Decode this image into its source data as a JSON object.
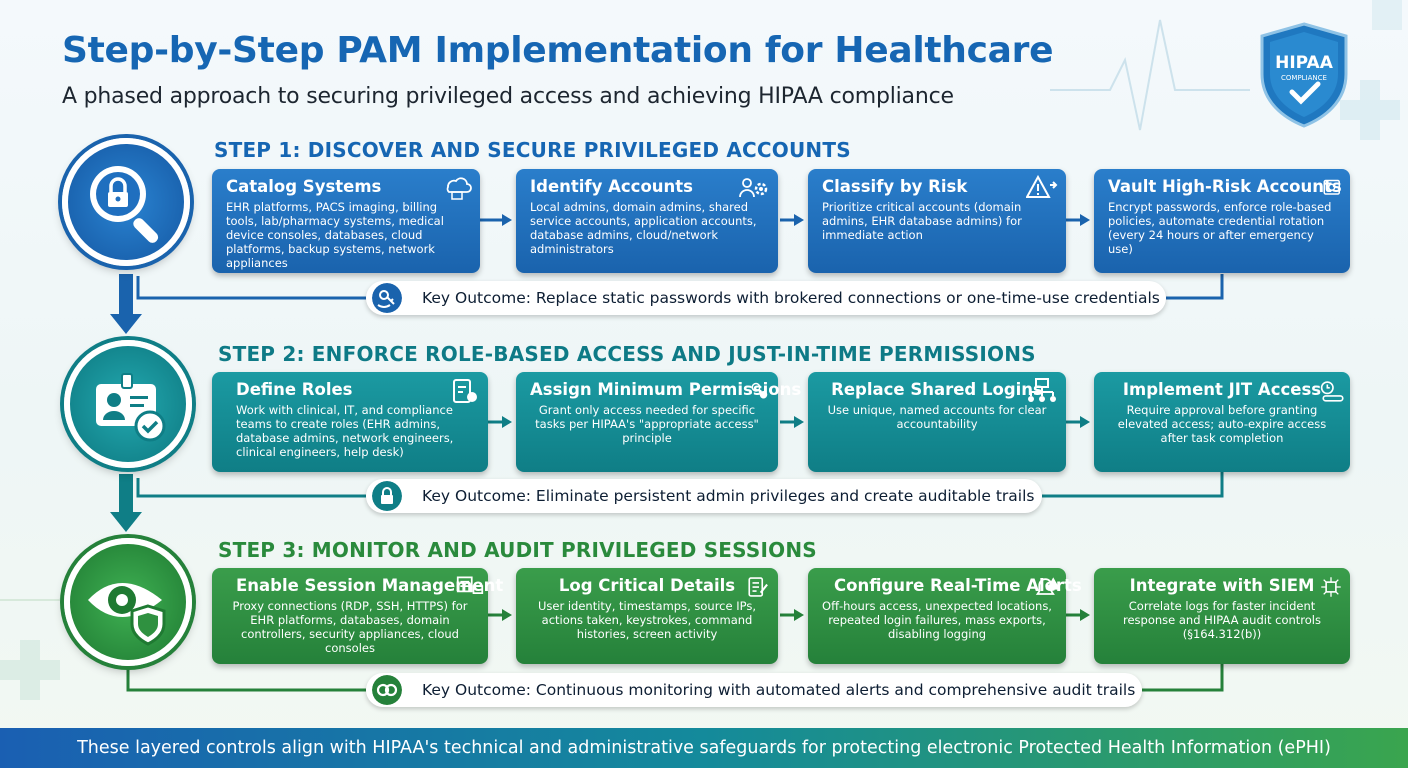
{
  "header": {
    "title": "Step-by-Step PAM Implementation for Healthcare",
    "subtitle": "A phased approach to securing privileged access and achieving HIPAA compliance"
  },
  "badge": {
    "line1": "HIPAA",
    "line2": "COMPLIANCE"
  },
  "colors": {
    "blue": "#1a63ad",
    "teal": "#0f7e86",
    "green": "#25813a",
    "title": "#1666b3"
  },
  "steps": [
    {
      "title": "STEP 1: DISCOVER AND SECURE PRIVILEGED ACCOUNTS",
      "icon": "lock-magnifier-icon",
      "cards": [
        {
          "heading": "Catalog Systems",
          "icon": "server-cloud-icon",
          "text": "EHR platforms, PACS imaging, billing tools, lab/pharmacy systems, medical device consoles, databases, cloud platforms, backup systems, network appliances"
        },
        {
          "heading": "Identify Accounts",
          "icon": "users-gear-icon",
          "text": "Local admins, domain admins, shared service accounts, application accounts, database admins, cloud/network administrators"
        },
        {
          "heading": "Classify by Risk",
          "icon": "warning-arrow-icon",
          "text": "Prioritize critical accounts (domain admins, EHR database admins) for immediate action"
        },
        {
          "heading": "Vault High-Risk Accounts",
          "icon": "vault-icon",
          "text": "Encrypt passwords, enforce role-based policies, automate credential rotation (every 24 hours or after emergency use)"
        }
      ],
      "outcome": "Key Outcome: Replace static passwords with brokered connections or one-time-use credentials",
      "outcome_icon": "key-hand-icon"
    },
    {
      "title": "STEP 2: ENFORCE ROLE-BASED ACCESS AND JUST-IN-TIME PERMISSIONS",
      "icon": "id-badge-check-icon",
      "cards": [
        {
          "heading": "Define Roles",
          "icon": "clipboard-user-icon",
          "text": "Work with clinical, IT, and compliance teams to create roles (EHR admins, database admins, network engineers, clinical engineers, help desk)"
        },
        {
          "heading": "Assign Minimum Permissions",
          "icon": "key-minus-icon",
          "text": "Grant only access needed for specific tasks per HIPAA's \"appropriate access\" principle"
        },
        {
          "heading": "Replace Shared Logins",
          "icon": "org-chart-icon",
          "text": "Use unique, named accounts for clear accountability"
        },
        {
          "heading": "Implement JIT Access",
          "icon": "clock-toggle-icon",
          "text": "Require approval before granting elevated access; auto-expire access after task completion"
        }
      ],
      "outcome": "Key Outcome: Eliminate persistent admin privileges and create auditable trails",
      "outcome_icon": "chain-lock-icon"
    },
    {
      "title": "STEP 3: MONITOR AND AUDIT PRIVILEGED SESSIONS",
      "icon": "eye-shield-icon",
      "cards": [
        {
          "heading": "Enable Session Management",
          "icon": "server-monitor-icon",
          "text": "Proxy connections (RDP, SSH, HTTPS) for EHR platforms, databases, domain controllers, security appliances, cloud consoles"
        },
        {
          "heading": "Log Critical Details",
          "icon": "log-document-icon",
          "text": "User identity, timestamps, source IPs, actions taken, keystrokes, command histories, screen activity"
        },
        {
          "heading": "Configure Real-Time Alerts",
          "icon": "bell-alert-icon",
          "text": "Off-hours access, unexpected locations, repeated login failures, mass exports, disabling logging"
        },
        {
          "heading": "Integrate with SIEM",
          "icon": "network-chip-icon",
          "text": "Correlate logs for faster incident response and HIPAA audit controls (§164.312(b))"
        }
      ],
      "outcome": "Key Outcome: Continuous monitoring with automated alerts and comprehensive audit trails",
      "outcome_icon": "link-cycle-icon"
    }
  ],
  "footer": "These layered controls align with HIPAA's technical and administrative safeguards for protecting electronic Protected Health Information (ePHI)"
}
